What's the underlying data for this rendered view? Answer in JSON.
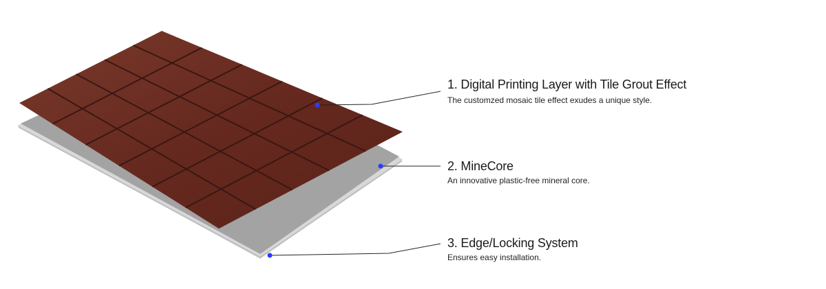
{
  "colors": {
    "tile": "#6b2d22",
    "grout": "#3a1712",
    "core": "#9e9e9e",
    "core_edge": "#d6d6d6",
    "dot": "#2a3cff",
    "leader": "#222222"
  },
  "layers": [
    {
      "title": "1. Digital Printing Layer with Tile Grout Effect",
      "description": "The customzed mosaic tile effect exudes a unique style."
    },
    {
      "title": "2. MineCore",
      "description": "An innovative plastic-free mineral core."
    },
    {
      "title": "3. Edge/Locking System",
      "description": "Ensures easy installation."
    }
  ]
}
